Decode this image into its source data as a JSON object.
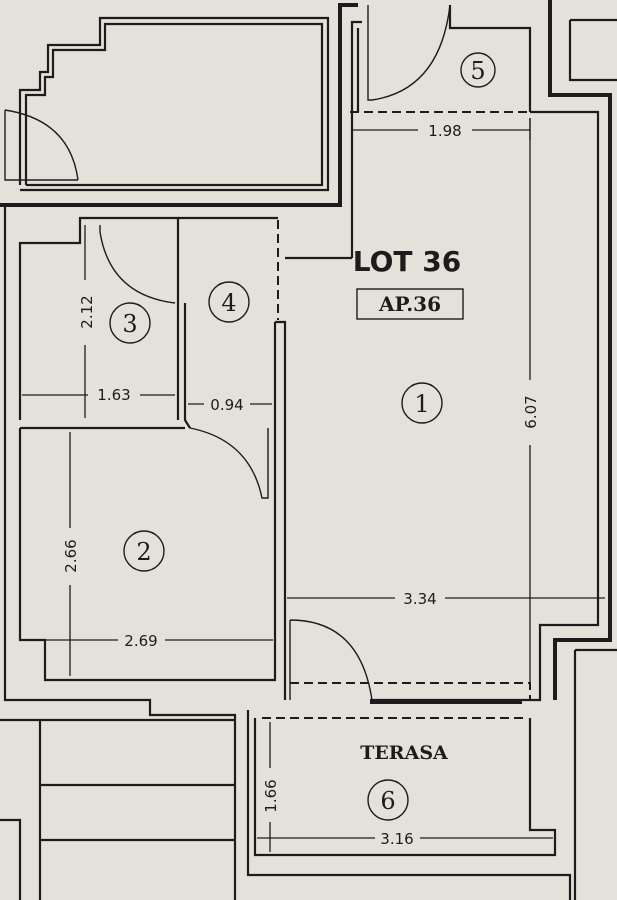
{
  "plan": {
    "lot_title": "LOT 36",
    "apartment_label": "AP.36",
    "terrace_label": "TERASA",
    "rooms": [
      "1",
      "2",
      "3",
      "4",
      "5",
      "6"
    ],
    "dimensions": {
      "room5_width": "1.98",
      "room1_length": "6.07",
      "room1_width": "3.34",
      "room3_height": "2.12",
      "room3_width": "1.63",
      "room4_width": "0.94",
      "room2_height": "2.66",
      "room2_width": "2.69",
      "terrace_height": "1.66",
      "terrace_width": "3.16"
    }
  }
}
